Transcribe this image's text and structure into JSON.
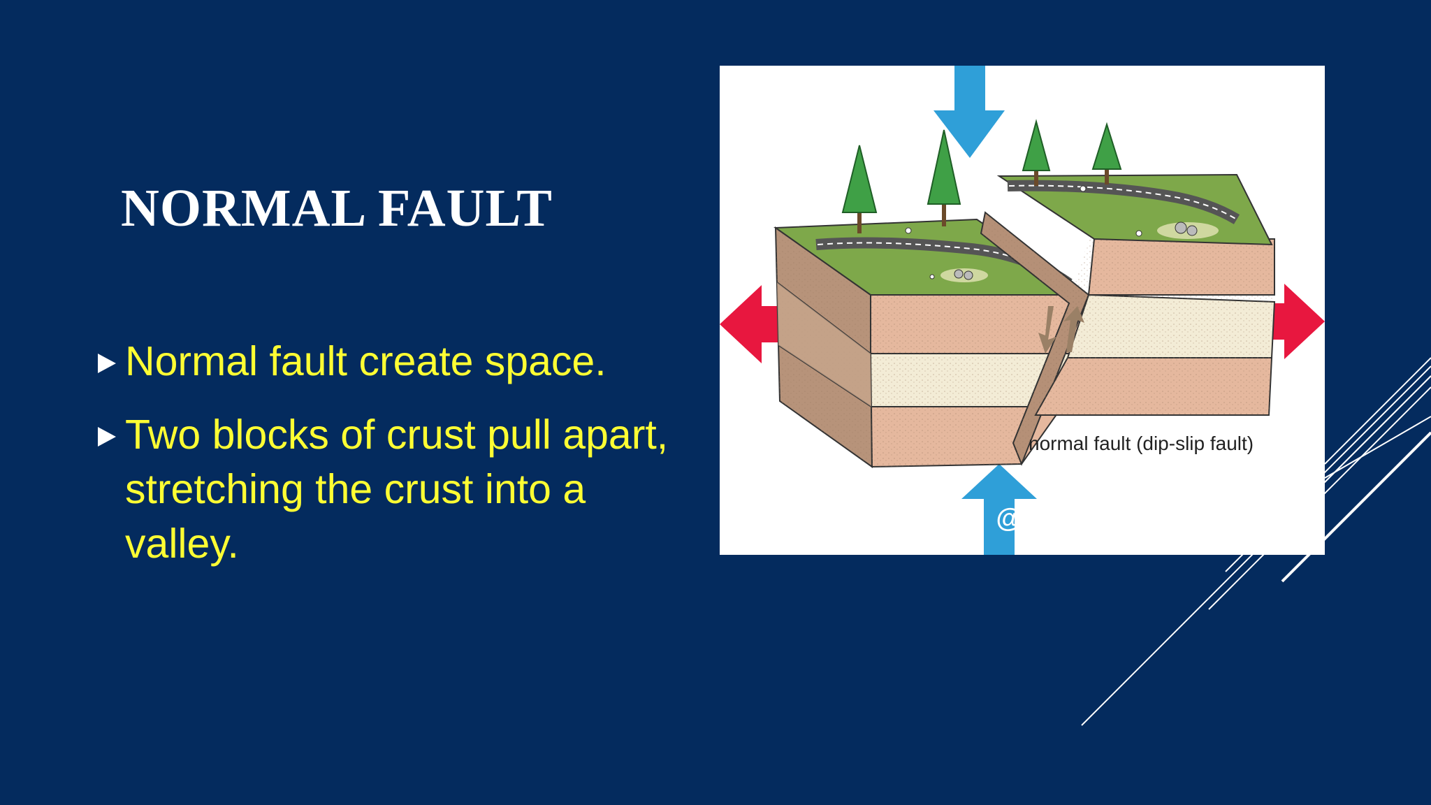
{
  "slide": {
    "title": "NORMAL FAULT",
    "bullets": [
      "Normal fault create space.",
      "Two blocks of crust pull apart, stretching the crust into a valley."
    ]
  },
  "figure": {
    "caption": "normal fault  (dip-slip fault)",
    "watermark": "@"
  },
  "colors": {
    "background": "#042b5e",
    "title": "#ffffff",
    "bullet_text": "#ffff33",
    "tension_arrow": "#e8173f",
    "compression_arrow": "#2f9fd8"
  }
}
